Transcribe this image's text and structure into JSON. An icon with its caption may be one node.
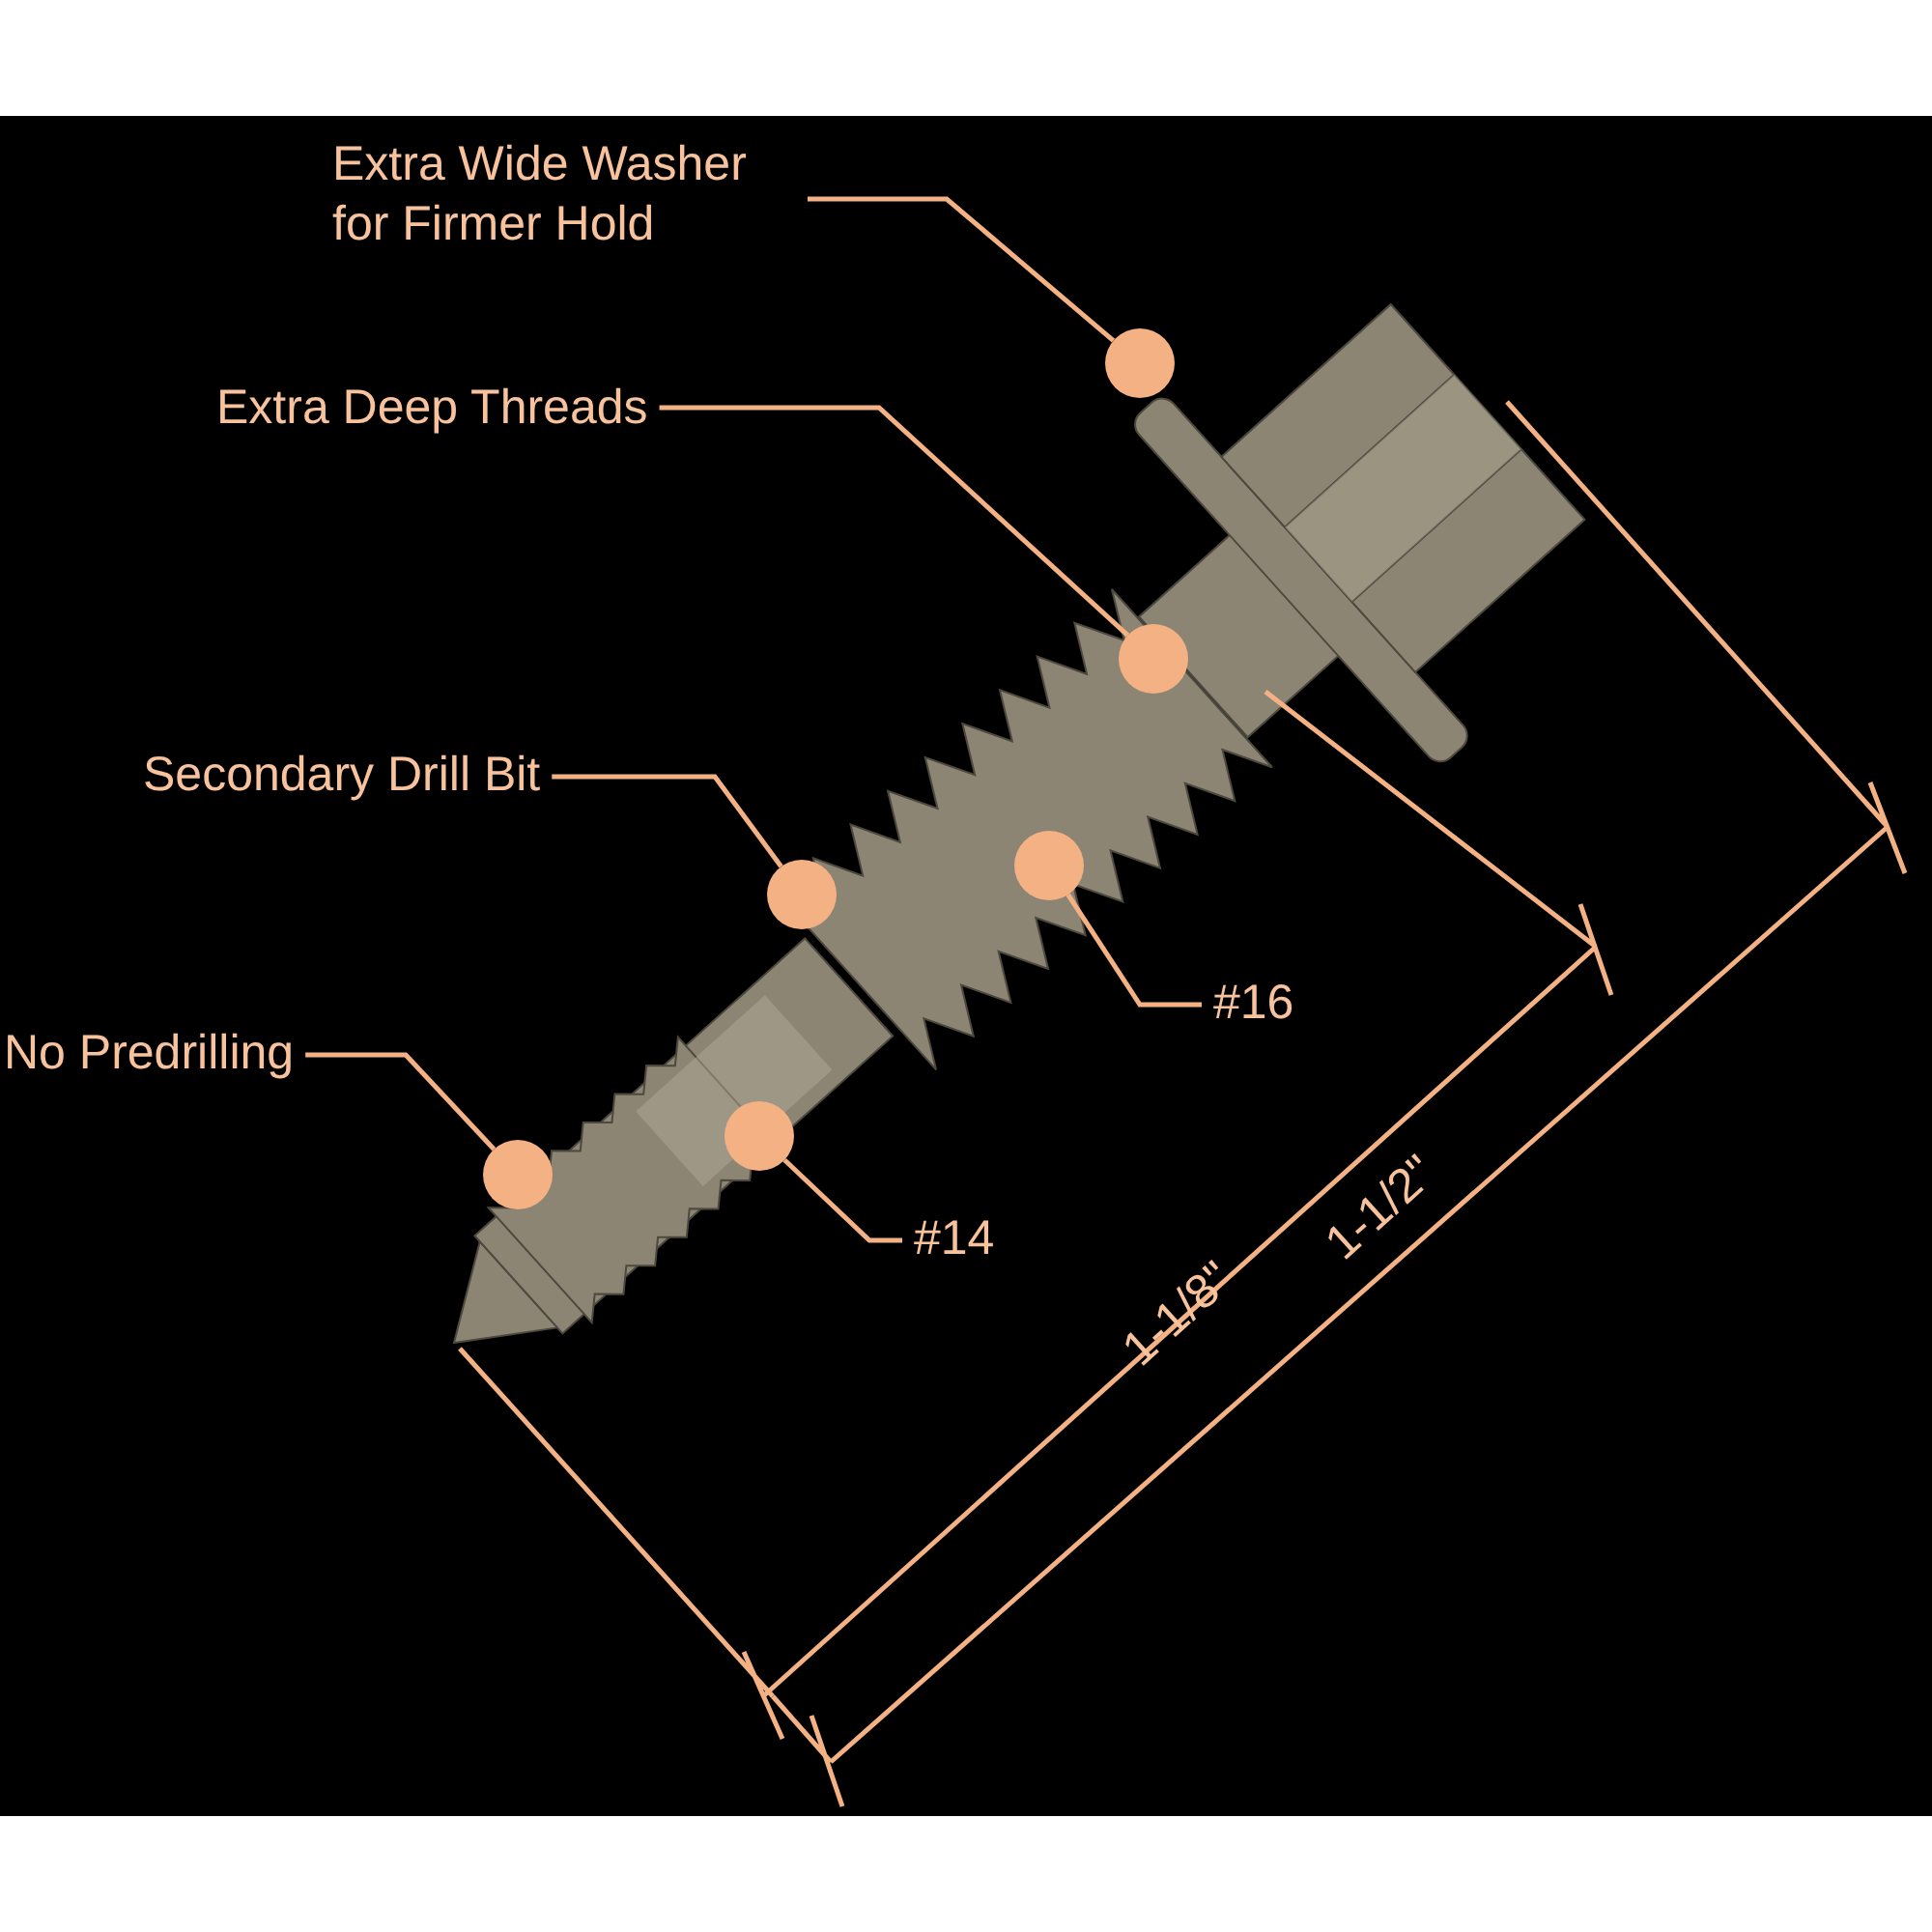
{
  "diagram": {
    "nodes": [
      {
        "text": [
          "Extra Wide Washer for Firmer Hold"
        ]
      },
      {
        "text": [],
        "shape": "circle"
      },
      {
        "text": [
          "Extra Deep Threads"
        ]
      },
      {
        "text": [],
        "shape": "circle"
      },
      {
        "text": [
          "Secondary Drill Bit"
        ]
      },
      {
        "text": [],
        "shape": "circle"
      },
      {
        "text": [
          "#16"
        ]
      },
      {
        "text": [],
        "shape": "circle"
      },
      {
        "text": [
          "No Predrilling"
        ]
      },
      {
        "text": [],
        "shape": "circle"
      },
      {
        "text": [
          "#14"
        ]
      },
      {
        "text": [],
        "shape": "circle"
      }
    ],
    "edges": [
      {
        "from": 0,
        "to": 1,
        "arrow": "none"
      },
      {
        "from": 2,
        "to": 3,
        "arrow": "none"
      },
      {
        "from": 4,
        "to": 5,
        "arrow": "none"
      },
      {
        "from": 6,
        "to": 7,
        "arrow": "none"
      },
      {
        "from": 8,
        "to": 9,
        "arrow": "none"
      },
      {
        "from": 10,
        "to": 11,
        "arrow": "none"
      }
    ],
    "labels": [
      "1-1/8\"",
      "1-1/2\""
    ]
  }
}
